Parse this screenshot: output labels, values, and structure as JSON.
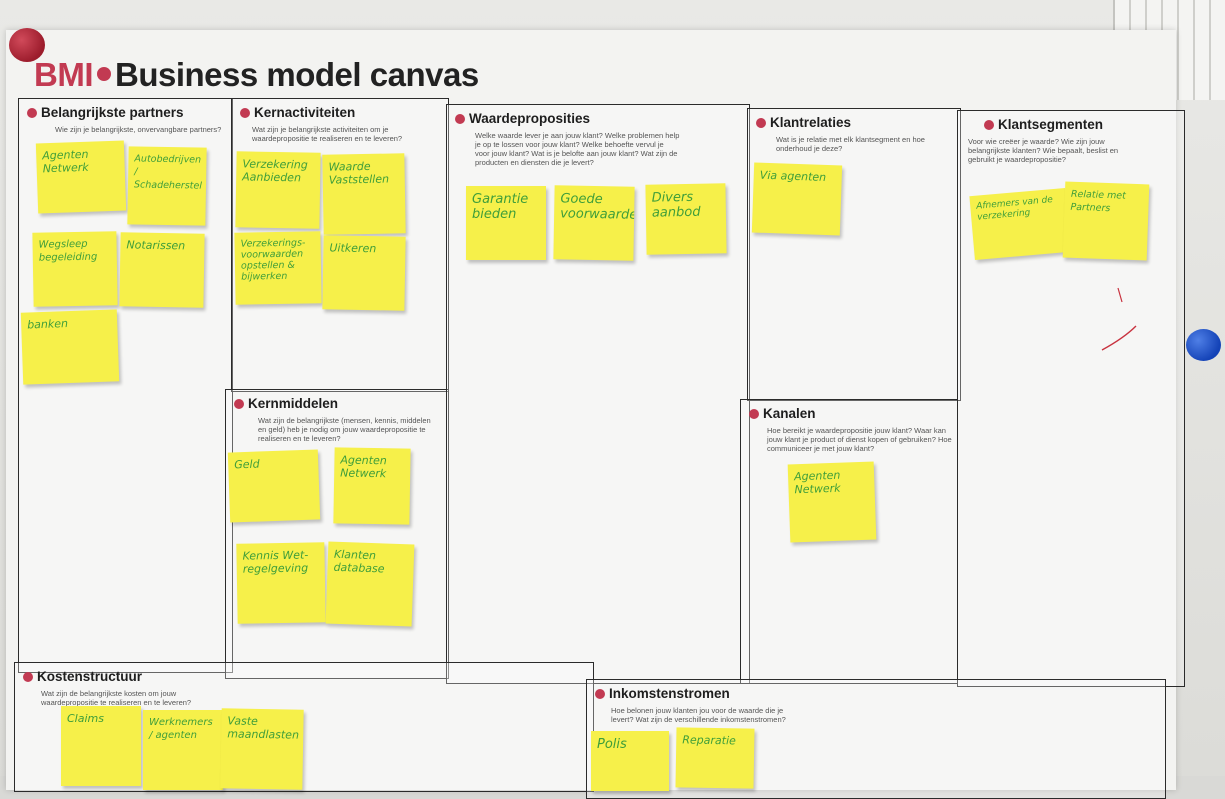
{
  "title": {
    "brand": "BMI",
    "text": "Business model canvas"
  },
  "blocks": {
    "partners": {
      "title": "Belangrijkste partners",
      "question": "Wie zijn je belangrijkste, onvervangbare partners?",
      "notes": [
        "Agenten Netwerk",
        "Autobedrijven / Schadeherstel",
        "Wegsleep begeleiding",
        "Notarissen",
        "banken"
      ]
    },
    "activities": {
      "title": "Kernactiviteiten",
      "question": "Wat zijn je belangrijkste activiteiten om je waardepropositie te realiseren en te leveren?",
      "notes": [
        "Verzekering Aanbieden",
        "Waarde Vaststellen",
        "Verzekerings-voorwaarden opstellen & bijwerken",
        "Uitkeren"
      ]
    },
    "resources": {
      "title": "Kernmiddelen",
      "question": "Wat zijn de belangrijkste (mensen, kennis, middelen en geld) heb je nodig om jouw waardepropositie te realiseren en te leveren?",
      "notes": [
        "Geld",
        "Agenten Netwerk",
        "Kennis Wet-regelgeving",
        "Klanten database"
      ]
    },
    "value": {
      "title": "Waardeproposities",
      "question": "Welke waarde lever je aan jouw klant? Welke problemen help je op te lossen voor jouw klant? Welke behoefte vervul je voor jouw klant? Wat is je belofte aan jouw klant? Wat zijn de producten en diensten die je levert?",
      "notes": [
        "Garantie bieden",
        "Goede voorwaarde",
        "Divers aanbod"
      ]
    },
    "relations": {
      "title": "Klantrelaties",
      "question": "Wat is je relatie met elk klantsegment en hoe onderhoud je deze?",
      "notes": [
        "Via agenten"
      ]
    },
    "channels": {
      "title": "Kanalen",
      "question": "Hoe bereikt je waardepropositie jouw klant? Waar kan jouw klant je product of dienst kopen of gebruiken? Hoe communiceer je met jouw klant?",
      "notes": [
        "Agenten Netwerk"
      ]
    },
    "segments": {
      "title": "Klantsegmenten",
      "question": "Voor wie creëer je waarde? Wie zijn jouw belangrijkste klanten? Wie bepaalt, beslist en gebruikt je waardepropositie?",
      "notes": [
        "Afnemers van de verzekering",
        "Relatie met Partners"
      ]
    },
    "costs": {
      "title": "Kostenstructuur",
      "question": "Wat zijn de belangrijkste kosten om jouw waardepropositie te realiseren en te leveren?",
      "notes": [
        "Claims",
        "Werknemers / agenten",
        "Vaste maandlasten"
      ]
    },
    "revenue": {
      "title": "Inkomstenstromen",
      "question": "Hoe belonen jouw klanten jou voor de waarde die je levert? Wat zijn de verschillende inkomstenstromen?",
      "notes": [
        "Polis",
        "Reparatie"
      ]
    }
  },
  "colors": {
    "accent": "#c23a52",
    "sticky": "#f6f04a",
    "ink": "#3f9e3a"
  }
}
